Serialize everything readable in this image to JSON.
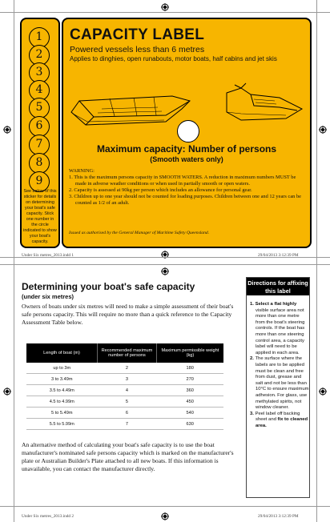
{
  "label": {
    "numbers": [
      "1",
      "2",
      "3",
      "4",
      "5",
      "6",
      "7",
      "8",
      "9"
    ],
    "strip_note": "See below of this sticker for details on determining your boat's safe capacity. Stick one number in the circle indicated to show your boat's capacity.",
    "title": "CAPACITY LABEL",
    "subtitle": "Powered vessels less than 6 metres",
    "applies": "Applies to dinghies, open runabouts, motor boats, half cabins and jet skis",
    "max_capacity": "Maximum capacity: Number of persons",
    "smooth": "(Smooth waters only)",
    "warning_title": "WARNING:",
    "warnings": [
      "1. This is the maximum persons capacity in SMOOTH WATERS. A reduction in maximum numbers MUST be made in adverse weather conditions or when used in partially smooth or open waters.",
      "2. Capacity is assessed at 90kg per person which includes an allowance for personal gear.",
      "3. Children up to one year should not be counted for loading purposes. Children between one and 12 years can be counted as 1/2 of an adult."
    ],
    "issued": "Issued as authorised by the General Manager of Maritime Safety Queensland.",
    "color_fill": "#f7b500"
  },
  "slug1": {
    "file": "Under Six metres_2013.indd   1",
    "date": "29/04/2013   3:12:39 PM"
  },
  "slug2": {
    "file": "Under Six metres_2013.indd   2",
    "date": "29/04/2013   3:12:39 PM"
  },
  "main": {
    "heading": "Determining your boat's safe capacity",
    "subheading": "(under six metres)",
    "intro": "Owners of boats under six metres will need to make a simple assessment of their boat's safe persons capacity. This will require no more than a quick reference to the Capacity Assessment Table below.",
    "table": {
      "headers": [
        "Length of boat (m)",
        "Recommended maximum number of persons",
        "Maximum permissible weight (kg)"
      ],
      "rows": [
        [
          "up to 3m",
          "2",
          "180"
        ],
        [
          "3 to 3.49m",
          "3",
          "270"
        ],
        [
          "3.5 to 4.49m",
          "4",
          "360"
        ],
        [
          "4.5 to 4.99m",
          "5",
          "450"
        ],
        [
          "5 to 5.49m",
          "6",
          "540"
        ],
        [
          "5.5 to 5.99m",
          "7",
          "630"
        ]
      ]
    },
    "alternative": "An alternative method of calculating your boat's safe capacity is to use the boat manufacturer's nominated safe persons capacity which is marked on the manufacturer's plate or Australian Builder's Plate attached to all new boats. If this information is unavailable, you can contact the manufacturer directly."
  },
  "directions": {
    "heading": "Directions for affixing this label",
    "steps": [
      {
        "num": "1.",
        "bold": "Select a flat highly",
        "text": " visible surface area not more than one metre from the boat's steering controls. If the boat has more than one steering control area, a capacity label will need to be applied in each area."
      },
      {
        "num": "2.",
        "bold": "",
        "text": "The surface where the labels are to be applied must be clean and free from dust, grease and salt and not be less than 10°C to ensure maximum adhesion. For glass, use methylated spirits, not window cleaner."
      },
      {
        "num": "3.",
        "bold": "",
        "text": "Peel label off backing sheet and ",
        "bold_end": "fix to cleaned area."
      }
    ]
  }
}
